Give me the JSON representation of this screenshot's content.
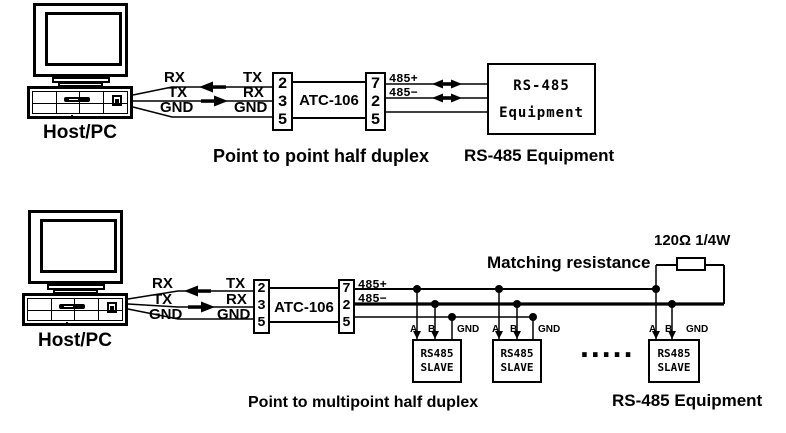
{
  "colors": {
    "ink": "#000000",
    "background": "#ffffff"
  },
  "top": {
    "host_label": "Host/PC",
    "wires": {
      "left": [
        "RX",
        "TX",
        "GND"
      ],
      "right": [
        "TX",
        "RX",
        "GND"
      ]
    },
    "connector_in_pins": [
      "2",
      "3",
      "5"
    ],
    "converter_label": "ATC-106",
    "connector_out_pins": [
      "7",
      "2",
      "5"
    ],
    "bus": {
      "plus": "485+",
      "minus": "485−"
    },
    "equipment_box": [
      "RS-485",
      "Equipment"
    ],
    "caption": "Point to point half duplex",
    "caption_right": "RS-485 Equipment"
  },
  "bottom": {
    "host_label": "Host/PC",
    "wires": {
      "left": [
        "RX",
        "TX",
        "GND"
      ],
      "right": [
        "TX",
        "RX",
        "GND"
      ]
    },
    "connector_in_pins": [
      "2",
      "3",
      "5"
    ],
    "converter_label": "ATC-106",
    "connector_out_pins": [
      "7",
      "2",
      "5"
    ],
    "bus": {
      "plus": "485+",
      "minus": "485−"
    },
    "matching_resistance": "Matching resistance",
    "resistor_value": "120Ω 1/4W",
    "slave_pins": [
      "A",
      "B",
      "GND"
    ],
    "slave_label": [
      "RS485",
      "SLAVE"
    ],
    "ellipsis": ".....",
    "caption": "Point to multipoint half duplex",
    "caption_right": "RS-485 Equipment"
  }
}
